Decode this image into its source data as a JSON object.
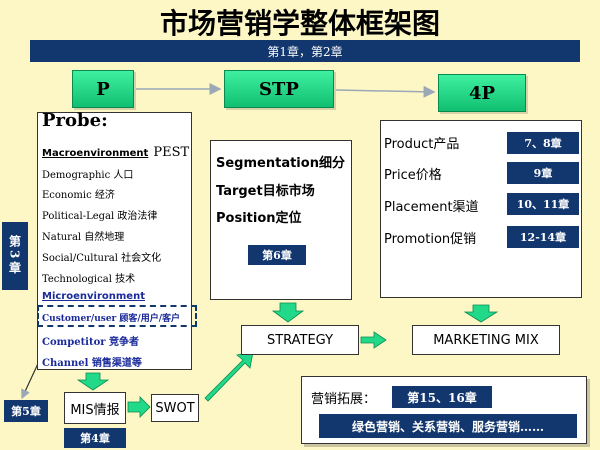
{
  "title": "市场营销学整体框架图",
  "chapter_bar": "第1章，第2章",
  "headers": {
    "p": "P",
    "stp": "STP",
    "four_p": "4P"
  },
  "probe": {
    "heading": "Probe:",
    "macro_label": "Macroenvironment",
    "macro_suffix": "PEST",
    "items": [
      "Demographic 人口",
      "Economic 经济",
      "Political-Legal 政治法律",
      "Natural 自然地理",
      "Social/Cultural 社会文化",
      "Technological 技术"
    ],
    "micro_label": "Microenvironment",
    "micro_items": [
      "Customer/user 顾客/用户/客户",
      "Competitor 竞争者",
      "Channel 销售渠道等"
    ]
  },
  "stp": {
    "items": [
      "Segmentation细分",
      "Target目标市场",
      "Position定位"
    ],
    "chapter": "第6章"
  },
  "four_p": {
    "items": [
      {
        "label": "Product产品",
        "chapter": "7、8章"
      },
      {
        "label": "Price价格",
        "chapter": "9章"
      },
      {
        "label": "Placement渠道",
        "chapter": "10、11章"
      },
      {
        "label": "Promotion促销",
        "chapter": "12-14章"
      }
    ]
  },
  "side_chapter": "第3章",
  "bottom_left_chapter": "第5章",
  "mis": {
    "label": "MIS情报",
    "chapter": "第4章"
  },
  "swot": "SWOT",
  "strategy": "STRATEGY",
  "marketing_mix": "MARKETING MIX",
  "expansion": {
    "label": "营销拓展：",
    "chapter": "第15、16章",
    "topics": "绿色营销、关系营销、服务营销……"
  },
  "colors": {
    "background": "#fdf7c6",
    "navy": "#12366e",
    "green": "#22d98a"
  }
}
